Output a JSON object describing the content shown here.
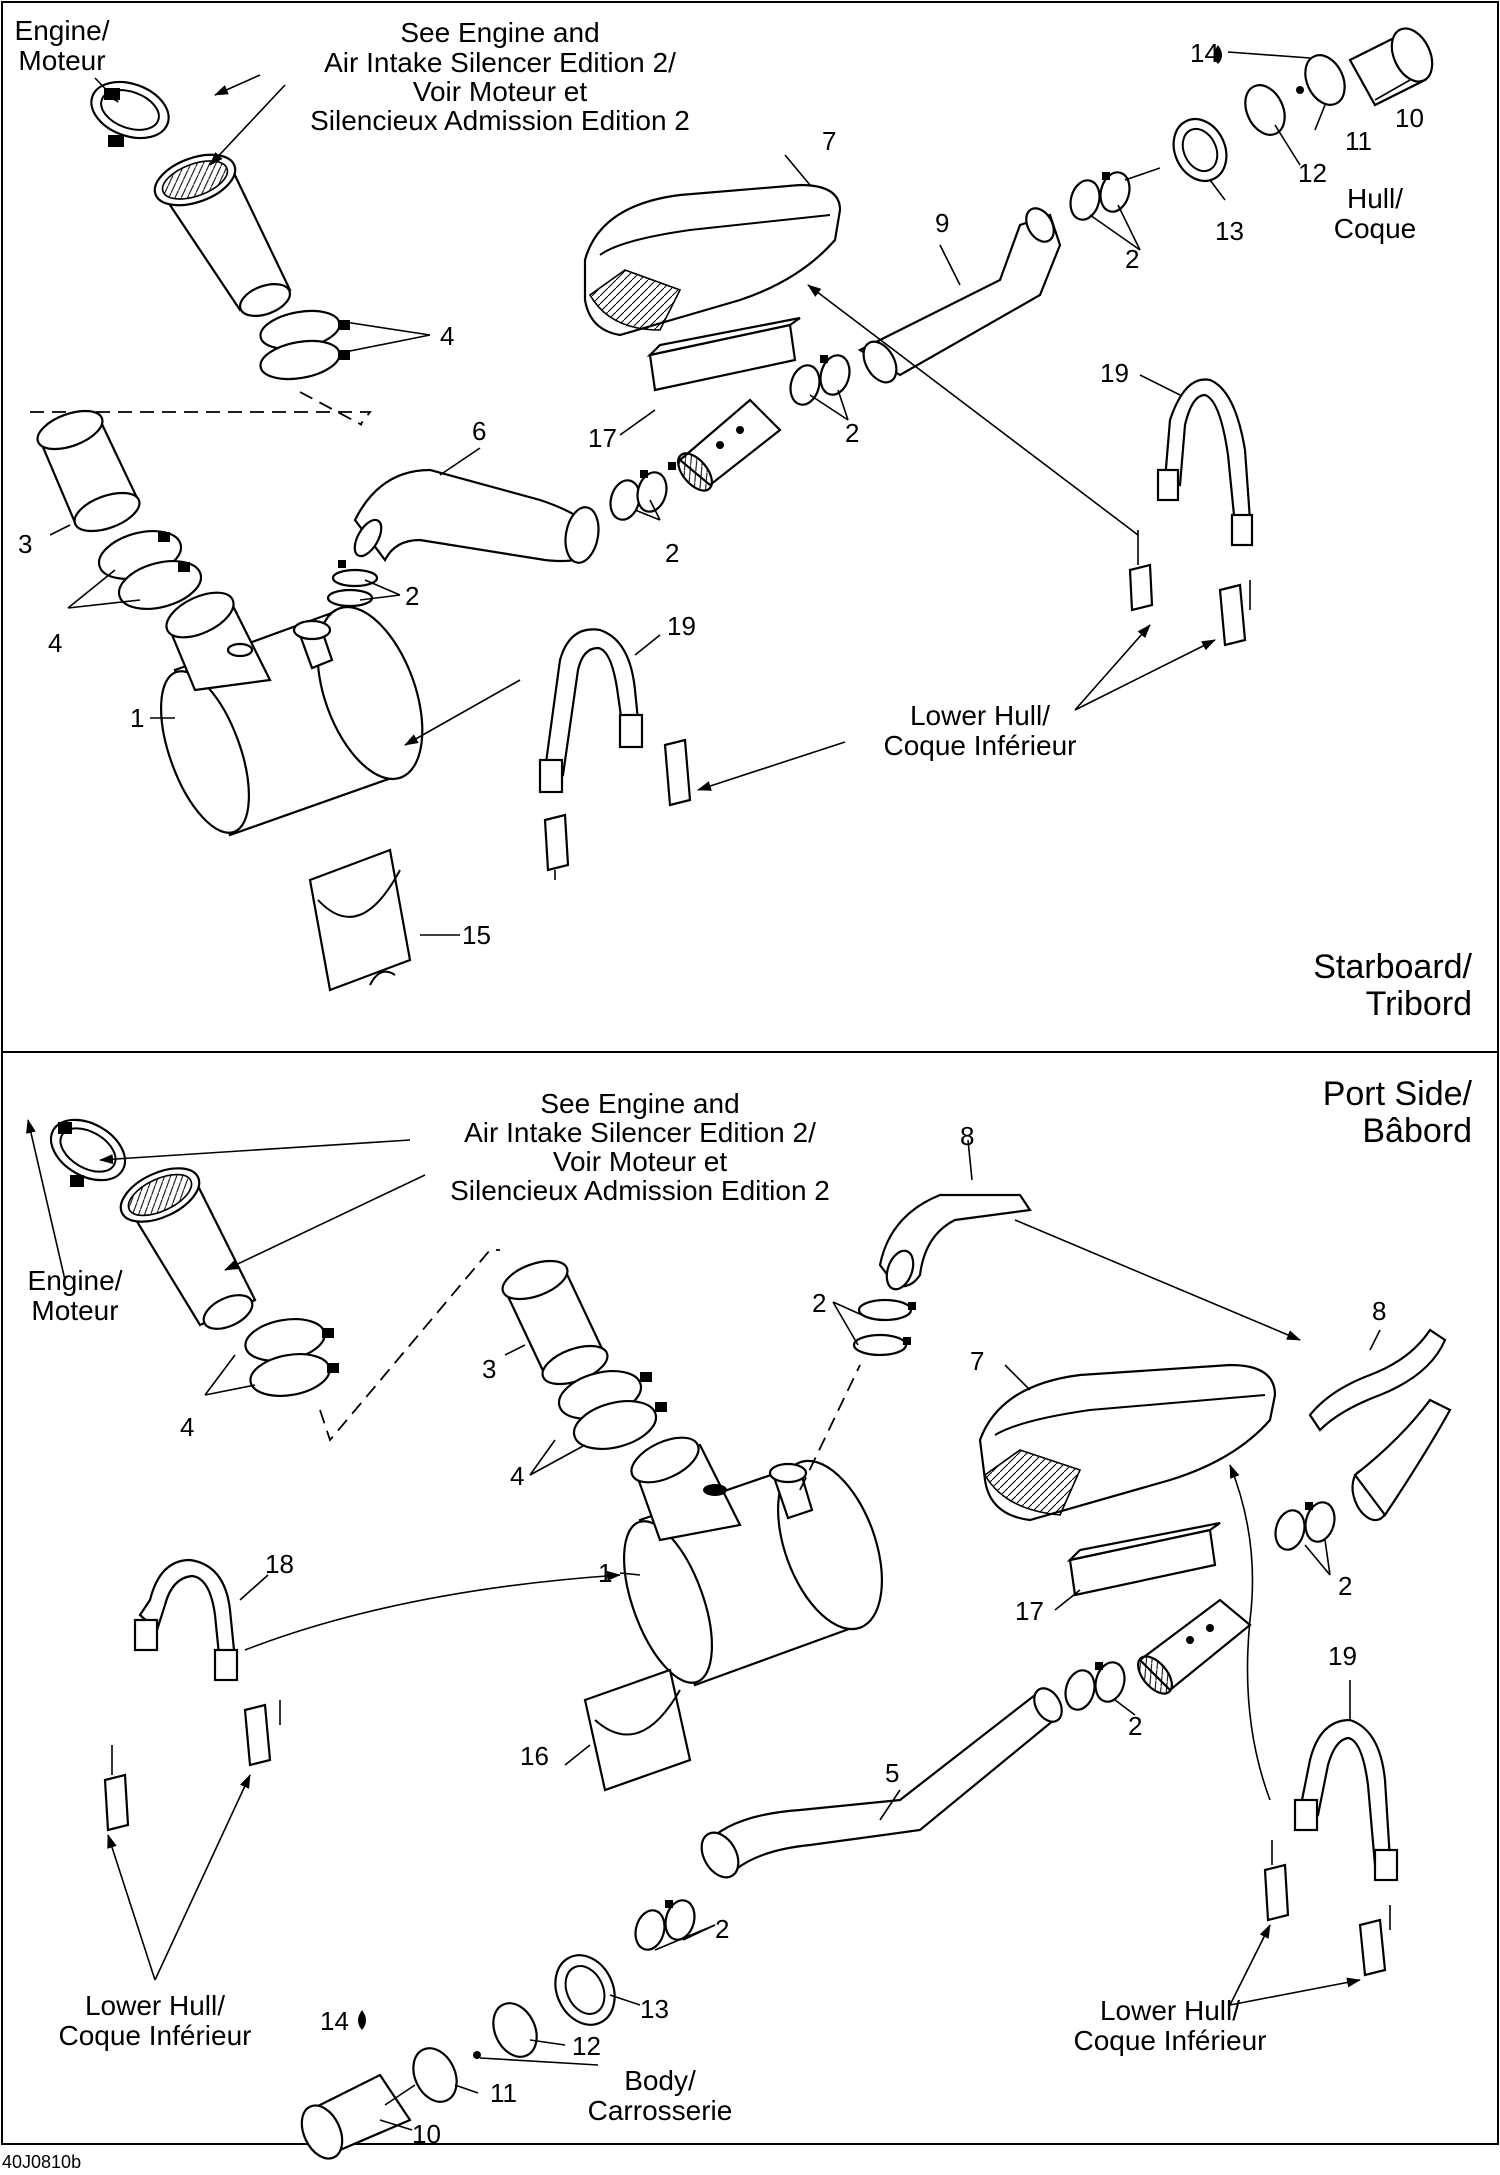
{
  "panels": {
    "starboard": {
      "side_line1": "Starboard/",
      "side_line2": "Tribord",
      "engine_line1": "Engine/",
      "engine_line2": "Moteur",
      "see_line1": "See Engine and",
      "see_line2": "Air Intake Silencer Edition 2/",
      "see_line3": "Voir Moteur et",
      "see_line4": "Silencieux Admission Edition 2",
      "hull_line1": "Hull/",
      "hull_line2": "Coque",
      "lower_line1": "Lower Hull/",
      "lower_line2": "Coque Inférieur",
      "callouts": {
        "c14": "14",
        "c10": "10",
        "c11": "11",
        "c12": "12",
        "c13": "13",
        "c7": "7",
        "c9": "9",
        "c2a": "2",
        "c4a": "4",
        "c19a": "19",
        "c6": "6",
        "c17": "17",
        "c2b": "2",
        "c3": "3",
        "c2c": "2",
        "c2d": "2",
        "c4b": "4",
        "c19b": "19",
        "c1": "1",
        "c15": "15"
      }
    },
    "port": {
      "side_line1": "Port Side/",
      "side_line2": "Bâbord",
      "engine_line1": "Engine/",
      "engine_line2": "Moteur",
      "see_line1": "See Engine and",
      "see_line2": "Air Intake Silencer Edition 2/",
      "see_line3": "Voir Moteur et",
      "see_line4": "Silencieux Admission Edition 2",
      "lower_left_line1": "Lower Hull/",
      "lower_left_line2": "Coque Inférieur",
      "lower_right_line1": "Lower Hull/",
      "lower_right_line2": "Coque Inférieur",
      "body_line1": "Body/",
      "body_line2": "Carrosserie",
      "callouts": {
        "c8a": "8",
        "c8b": "8",
        "c2a": "2",
        "c3": "3",
        "c7": "7",
        "c4a": "4",
        "c4b": "4",
        "c1": "1",
        "c18": "18",
        "c2b": "2",
        "c17": "17",
        "c19": "19",
        "c16": "16",
        "c5": "5",
        "c2c": "2",
        "c2d": "2",
        "c13": "13",
        "c14": "14",
        "c12": "12",
        "c11": "11",
        "c10": "10"
      }
    }
  },
  "figure_code": "40J0810b"
}
